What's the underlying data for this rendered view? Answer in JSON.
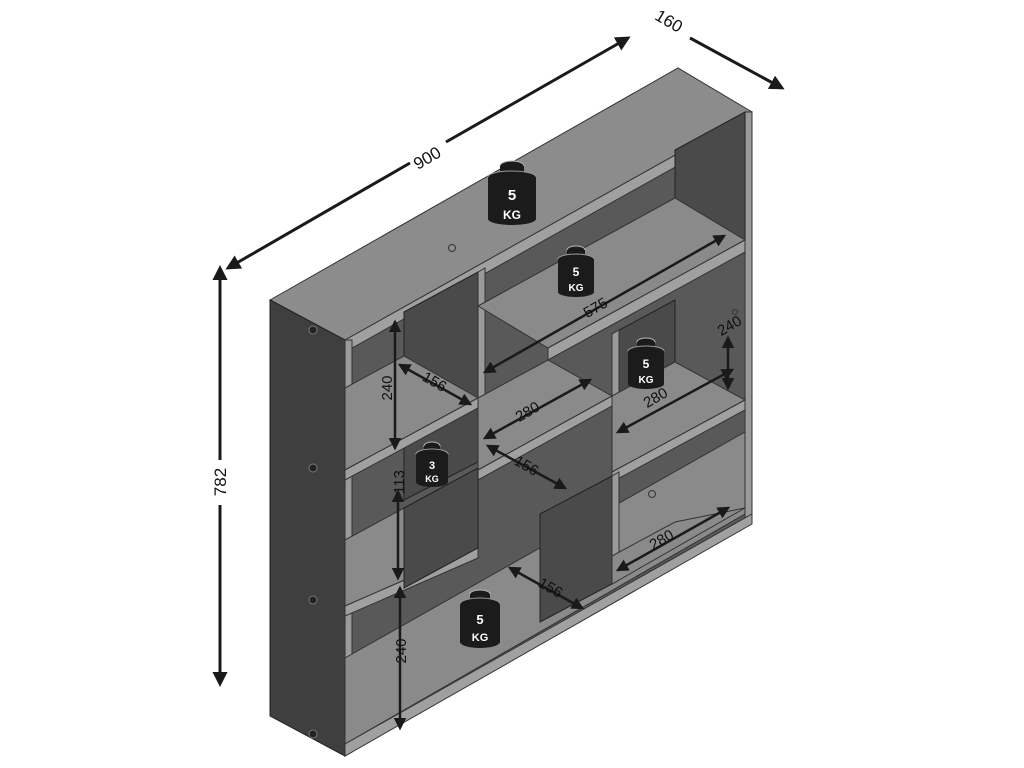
{
  "dimensions": {
    "width": "900",
    "depth": "160",
    "height": "782",
    "top_shelf_span": "575",
    "right_top_height": "240",
    "mid_left_height": "240",
    "mid_left_depth": "156",
    "center_shelf": "280",
    "right_mid_shelf": "280",
    "small_gap_height": "113",
    "center_lower_depth": "156",
    "right_lower_shelf": "280",
    "bottom_depth": "156",
    "bottom_height": "240"
  },
  "weights": [
    {
      "num": "5",
      "unit": "KG"
    },
    {
      "num": "5",
      "unit": "KG"
    },
    {
      "num": "5",
      "unit": "KG"
    },
    {
      "num": "3",
      "unit": "KG"
    },
    {
      "num": "5",
      "unit": "KG"
    }
  ],
  "colors": {
    "board_top": "#8c8c8c",
    "board_front_edge": "#9a9a9a",
    "board_side": "#3f3f3f",
    "back_panel": "#595959",
    "shelf_top": "#8a8a8a",
    "weight_body": "#1b1b1b",
    "arrow": "#1a1a1a"
  }
}
